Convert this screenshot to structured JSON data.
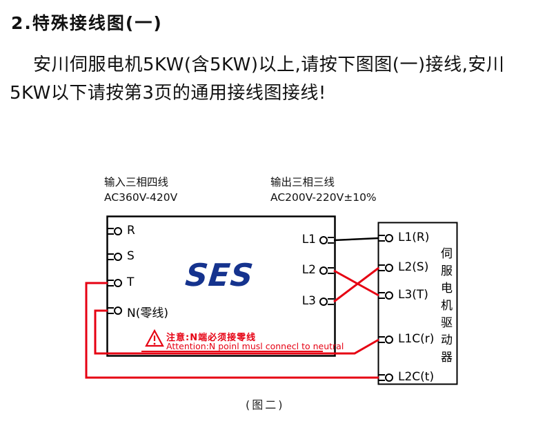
{
  "page": {
    "title": "2.特殊接线图(一)",
    "intro_line1": "安川伺服电机5KW(含5KW)以上,请按下图图(一)接线,安川",
    "intro_line2": "5KW以下请按第3页的通用接线图接线!",
    "caption": "(图二)"
  },
  "diagram": {
    "input_label": {
      "line1": "输入三相四线",
      "line2": "AC360V-420V"
    },
    "output_label": {
      "line1": "输出三相三线",
      "line2": "AC200V-220V±10%"
    },
    "transformer": {
      "logo": "SES",
      "left_terminals": [
        "R",
        "S",
        "T",
        "N(零线)"
      ],
      "right_terminals": [
        "L1",
        "L2",
        "L3"
      ],
      "warning_cn": "注意:N端必须接零线",
      "warning_en": "Attention:N poinl musl connecl to neutral"
    },
    "driver": {
      "terminals": [
        "L1(R)",
        "L2(S)",
        "L3(T)",
        "L1C(r)",
        "L2C(t)"
      ],
      "vertical_label": "伺服电机驱动器"
    },
    "colors": {
      "wire_red": "#e60012",
      "logo_blue": "#15338e",
      "line_black": "#000000"
    }
  }
}
